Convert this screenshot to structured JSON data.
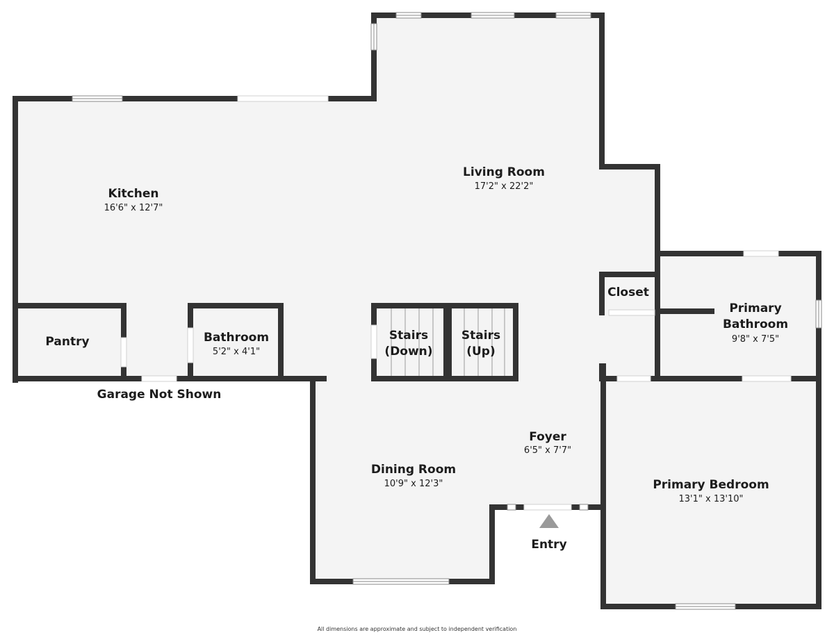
{
  "colors": {
    "wall": "#333333",
    "floor": "#f4f4f4",
    "entry_arrow": "#9a9a9a",
    "text": "#1c1c1c"
  },
  "rooms": {
    "kitchen": {
      "name": "Kitchen",
      "dims": "16'6\" x 12'7\""
    },
    "living_room": {
      "name": "Living Room",
      "dims": "17'2\" x 22'2\""
    },
    "pantry": {
      "name": "Pantry"
    },
    "bathroom": {
      "name": "Bathroom",
      "dims": "5'2\" x 4'1\""
    },
    "stairs_down": {
      "line1": "Stairs",
      "line2": "(Down)"
    },
    "stairs_up": {
      "line1": "Stairs",
      "line2": "(Up)"
    },
    "closet": {
      "name": "Closet"
    },
    "primary_bathroom": {
      "line1": "Primary",
      "line2": "Bathroom",
      "dims": "9'8\" x 7'5\""
    },
    "foyer": {
      "name": "Foyer",
      "dims": "6'5\" x 7'7\""
    },
    "dining_room": {
      "name": "Dining Room",
      "dims": "10'9\" x 12'3\""
    },
    "primary_bedroom": {
      "name": "Primary Bedroom",
      "dims": "13'1\" x 13'10\""
    }
  },
  "labels": {
    "garage": "Garage Not Shown",
    "entry": "Entry",
    "footer": "All dimensions are approximate and subject to independent verification"
  }
}
